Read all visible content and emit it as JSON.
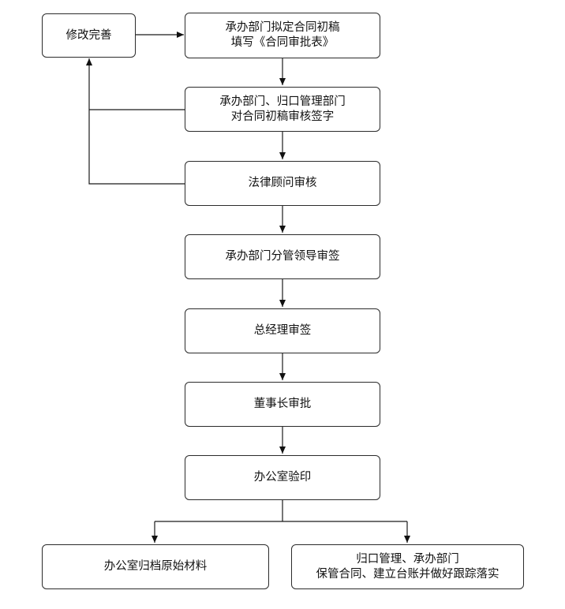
{
  "nodes": {
    "revise": {
      "lines": [
        "修改完善"
      ]
    },
    "draft": {
      "lines": [
        "承办部门拟定合同初稿",
        "填写《合同审批表》"
      ]
    },
    "dept_sign": {
      "lines": [
        "承办部门、归口管理部门",
        "对合同初稿审核签字"
      ]
    },
    "legal": {
      "lines": [
        "法律顾问审核"
      ]
    },
    "leader": {
      "lines": [
        "承办部门分管领导审签"
      ]
    },
    "gm": {
      "lines": [
        "总经理审签"
      ]
    },
    "chairman": {
      "lines": [
        "董事长审批"
      ]
    },
    "office_check": {
      "lines": [
        "办公室验印"
      ]
    },
    "archive": {
      "lines": [
        "办公室归档原始材料"
      ]
    },
    "custody": {
      "lines": [
        "归口管理、承办部门",
        "保管合同、建立台账并做好跟踪落实"
      ]
    }
  }
}
